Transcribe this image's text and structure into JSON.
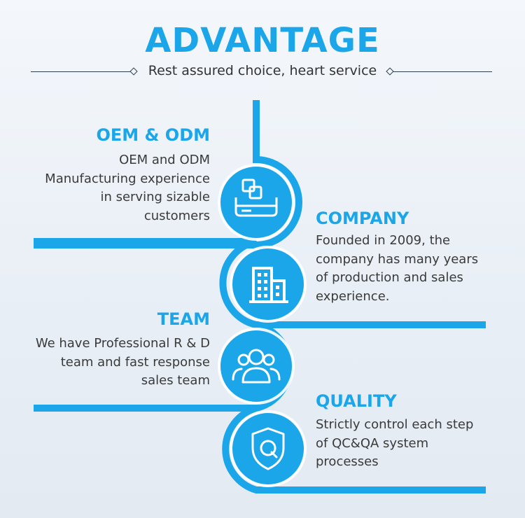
{
  "header": {
    "title": "ADVANTAGE",
    "subtitle": "Rest assured choice, heart service"
  },
  "items": [
    {
      "title": "OEM & ODM",
      "lines": [
        "OEM and ODM",
        "Manufacturing experience",
        "in serving sizable",
        "customers"
      ],
      "icon": "boxes-icon"
    },
    {
      "title": "COMPANY",
      "lines": [
        "Founded in 2009, the",
        "company has many years",
        "of production and sales",
        "experience."
      ],
      "icon": "building-icon"
    },
    {
      "title": "TEAM",
      "lines": [
        "We have Professional R & D",
        "team and fast response",
        "sales team"
      ],
      "icon": "team-icon"
    },
    {
      "title": "QUALITY",
      "lines": [
        "Strictly control each step",
        "of QC&QA system",
        "processes"
      ],
      "icon": "quality-shield-icon"
    }
  ],
  "colors": {
    "accent": "#1ba6ea",
    "text": "#3a3a3a",
    "background": "#eef3f8"
  }
}
